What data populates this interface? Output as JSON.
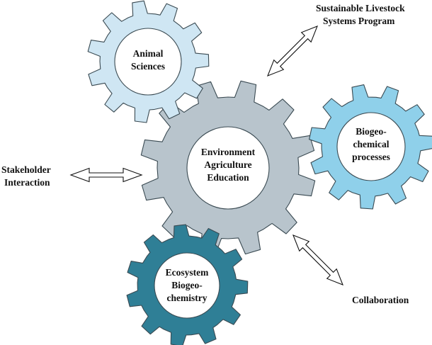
{
  "gears": [
    {
      "id": "center",
      "lines": [
        "Environment",
        "Agriculture",
        "Education"
      ],
      "color": "#b8c4cc"
    },
    {
      "id": "animal",
      "lines": [
        "Animal",
        "Sciences"
      ],
      "color": "#cfe6f3"
    },
    {
      "id": "biogeo",
      "lines": [
        "Biogeo-",
        "chemical",
        "processes"
      ],
      "color": "#8fd0ea"
    },
    {
      "id": "ecosystem",
      "lines": [
        "Ecosystem",
        "Biogeo-",
        "chemistry"
      ],
      "color": "#2f7f96"
    }
  ],
  "labels": {
    "sustainable": [
      "Sustainable Livestock",
      "Systems Program"
    ],
    "stakeholder": [
      "Stakeholder",
      "Interaction"
    ],
    "collaboration": [
      "Collaboration"
    ]
  },
  "colors": {
    "gear_stroke": "#3a4a52",
    "inner_circle": "#ffffff",
    "text": "#111111"
  }
}
